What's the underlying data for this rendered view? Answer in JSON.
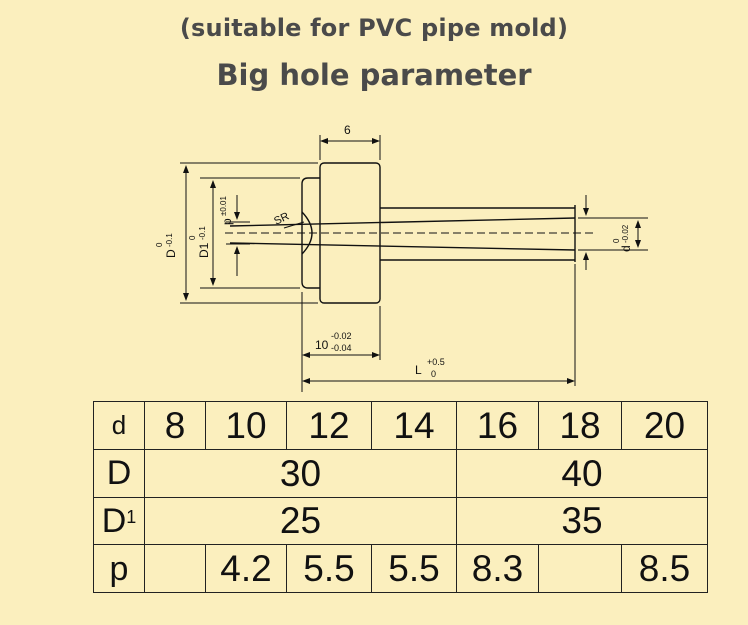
{
  "header": {
    "subtitle": "(suitable for PVC pipe mold)",
    "title": "Big hole parameter"
  },
  "drawing": {
    "dim_width": "6",
    "dim_D": "D",
    "dim_D_tol_upper": "0",
    "dim_D_tol_lower": "-0.1",
    "dim_D1": "D1",
    "dim_D1_tol_upper": "0",
    "dim_D1_tol_lower": "-0.1",
    "dim_p": "p",
    "dim_p_tol": "±0.01",
    "dim_SR": "SR",
    "dim_d": "d",
    "dim_d_tol_upper": "0",
    "dim_d_tol_lower": "-0.02",
    "dim_10": "10",
    "dim_10_tol_upper": "-0.02",
    "dim_10_tol_lower": "-0.04",
    "dim_L": "L",
    "dim_L_tol_upper": "+0.5",
    "dim_L_tol_lower": "0"
  },
  "table": {
    "row_d_label": "d",
    "d_values": [
      "8",
      "10",
      "12",
      "14",
      "16",
      "18",
      "20"
    ],
    "row_D_label": "D",
    "D_values": [
      "30",
      "40"
    ],
    "row_D1_label": "D",
    "row_D1_sup": "1",
    "D1_values": [
      "25",
      "35"
    ],
    "row_p_label": "p",
    "p_values": [
      "",
      "4.2",
      "5.5",
      "5.5",
      "8.3",
      "",
      "8.5"
    ]
  }
}
